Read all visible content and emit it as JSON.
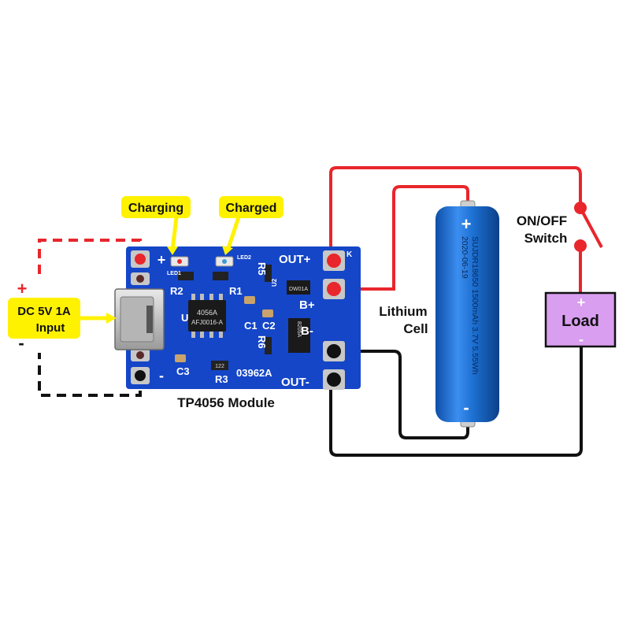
{
  "labels": {
    "charging": "Charging",
    "charged": "Charged",
    "dc_input_line1": "DC 5V 1A",
    "dc_input_line2": "Input",
    "dc_plus": "+",
    "dc_minus": "-",
    "module_caption": "TP4056 Module",
    "cell_line1": "Lithium",
    "cell_line2": "Cell",
    "switch_line1": "ON/OFF",
    "switch_line2": "Switch",
    "load": "Load",
    "load_plus": "+",
    "load_minus": "-"
  },
  "board": {
    "plus": "+",
    "minus": "-",
    "led1": "LED1",
    "led2": "LED2",
    "out_plus": "OUT+",
    "b_plus": "B+",
    "b_minus": "B-",
    "out_minus": "OUT-",
    "r1": "R1",
    "r2": "R2",
    "r3": "R3",
    "r5": "R5",
    "r6": "R6",
    "c1": "C1",
    "c2": "C2",
    "c3": "C3",
    "u1": "U",
    "u2": "U2",
    "k": "K",
    "board_code": "03962A",
    "ic_line1": "4056A",
    "ic_line2": "AFJ0016-A",
    "prot_ic": "DW01A",
    "mosfet": "8205A",
    "res_code": "122"
  },
  "battery": {
    "plus": "+",
    "minus": "-",
    "print_line1": "SUJDR18650 1500mAh 3.7V 5.55Wh",
    "print_line2": "2020-06-19"
  },
  "colors": {
    "board": "#1546c8",
    "wire_positive": "#e8262b",
    "wire_negative": "#111111",
    "highlight": "#fff200",
    "battery": "#1c6fd0",
    "load": "#d99ef0"
  }
}
